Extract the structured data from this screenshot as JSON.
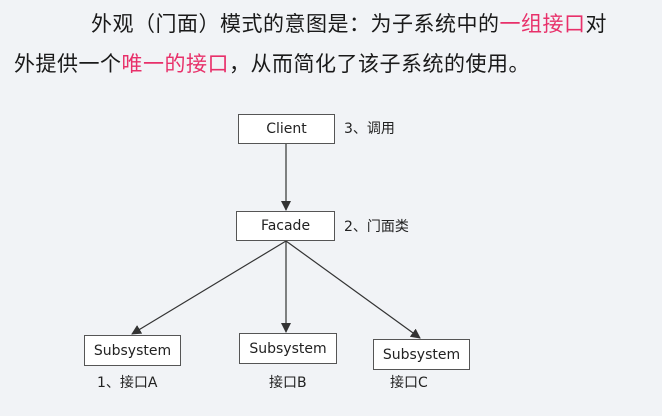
{
  "title": {
    "line1_a": "外观（门面）模式的意图是：为子系统中的",
    "line1_hl": "一组接口",
    "line1_b": "对",
    "line2_a": "外提供一个",
    "line2_hl": "唯一的接口",
    "line2_b": "，从而简化了该子系统的使用。"
  },
  "diagram": {
    "client": {
      "label": "Client",
      "note": "3、调用"
    },
    "facade": {
      "label": "Facade",
      "note": "2、门面类"
    },
    "subsystems": [
      {
        "label": "Subsystem",
        "note": "1、接口A"
      },
      {
        "label": "Subsystem",
        "note": "接口B"
      },
      {
        "label": "Subsystem",
        "note": "接口C"
      }
    ]
  },
  "colors": {
    "highlight": "#e8306a",
    "text": "#1a1a1a",
    "background": "#f1f3f6"
  }
}
